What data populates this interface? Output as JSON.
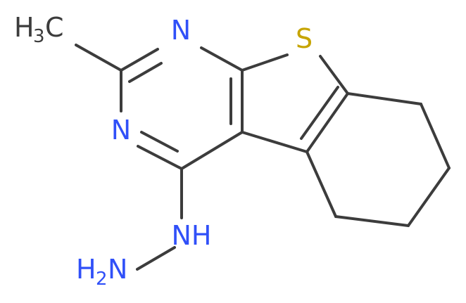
{
  "molecule": {
    "atom_labels": {
      "n1": "N",
      "n3": "N",
      "s": "S",
      "nh": "NH",
      "methyl_h": "H",
      "methyl_sub": "3",
      "methyl_c": "C",
      "amine_h": "H",
      "amine_sub": "2",
      "amine_n": "N"
    },
    "colors": {
      "bond": "#3c3c3c",
      "nitrogen": "#3050f8",
      "sulfur": "#c6a400",
      "carbon_label": "#3c3c3c",
      "background": "#ffffff"
    }
  }
}
